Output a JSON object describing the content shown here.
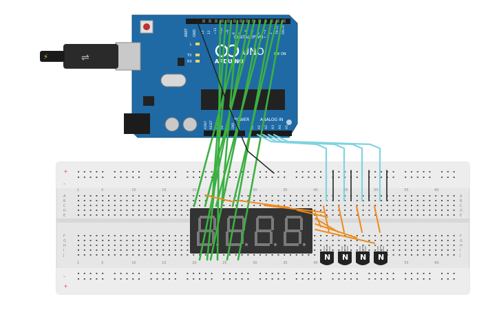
{
  "arduino": {
    "brand": "ARDUINO",
    "model": "UNO",
    "on_label": "ON",
    "led_l": "L",
    "led_tx": "TX",
    "led_rx": "RX",
    "digital_header": "DIGITAL (PWM~)",
    "power_header": "POWER",
    "analog_header": "ANALOG IN",
    "aref": "AREF",
    "gnd": "GND",
    "digital_pins": [
      "13",
      "12",
      "~11",
      "~10",
      "~9",
      "8",
      "7",
      "~6",
      "~5",
      "4",
      "~3",
      "2",
      "TX→1",
      "RX←0"
    ],
    "power_pins": [
      "IOREF",
      "RESET",
      "3.3V",
      "5V",
      "GND",
      "GND",
      "Vin"
    ],
    "analog_pins": [
      "A0",
      "A1",
      "A2",
      "A3",
      "A4",
      "A5"
    ]
  },
  "breadboard": {
    "column_numbers": [
      "1",
      "5",
      "10",
      "15",
      "20",
      "25",
      "30",
      "35",
      "40",
      "45",
      "50",
      "55",
      "60"
    ],
    "row_letters_top": [
      "A",
      "B",
      "C",
      "D",
      "E"
    ],
    "row_letters_bottom": [
      "F",
      "G",
      "H",
      "I",
      "J"
    ],
    "rail_plus": "+",
    "rail_minus": "-"
  },
  "display": {
    "digits": [
      "8.",
      "8.",
      "8.",
      "8."
    ]
  },
  "transistors": {
    "label": "N",
    "count": 4
  },
  "colors": {
    "board_blue": "#1f6aa5",
    "breadboard": "#eaeaea",
    "wire_green": "#3cb043",
    "wire_orange": "#ee8a1b",
    "wire_cyan": "#7fd3e0",
    "wire_black": "#222222",
    "digit_segment": "#7a7a7a",
    "display_body": "#333333",
    "rail_red": "#e05050",
    "rail_blue": "#5080d0"
  }
}
